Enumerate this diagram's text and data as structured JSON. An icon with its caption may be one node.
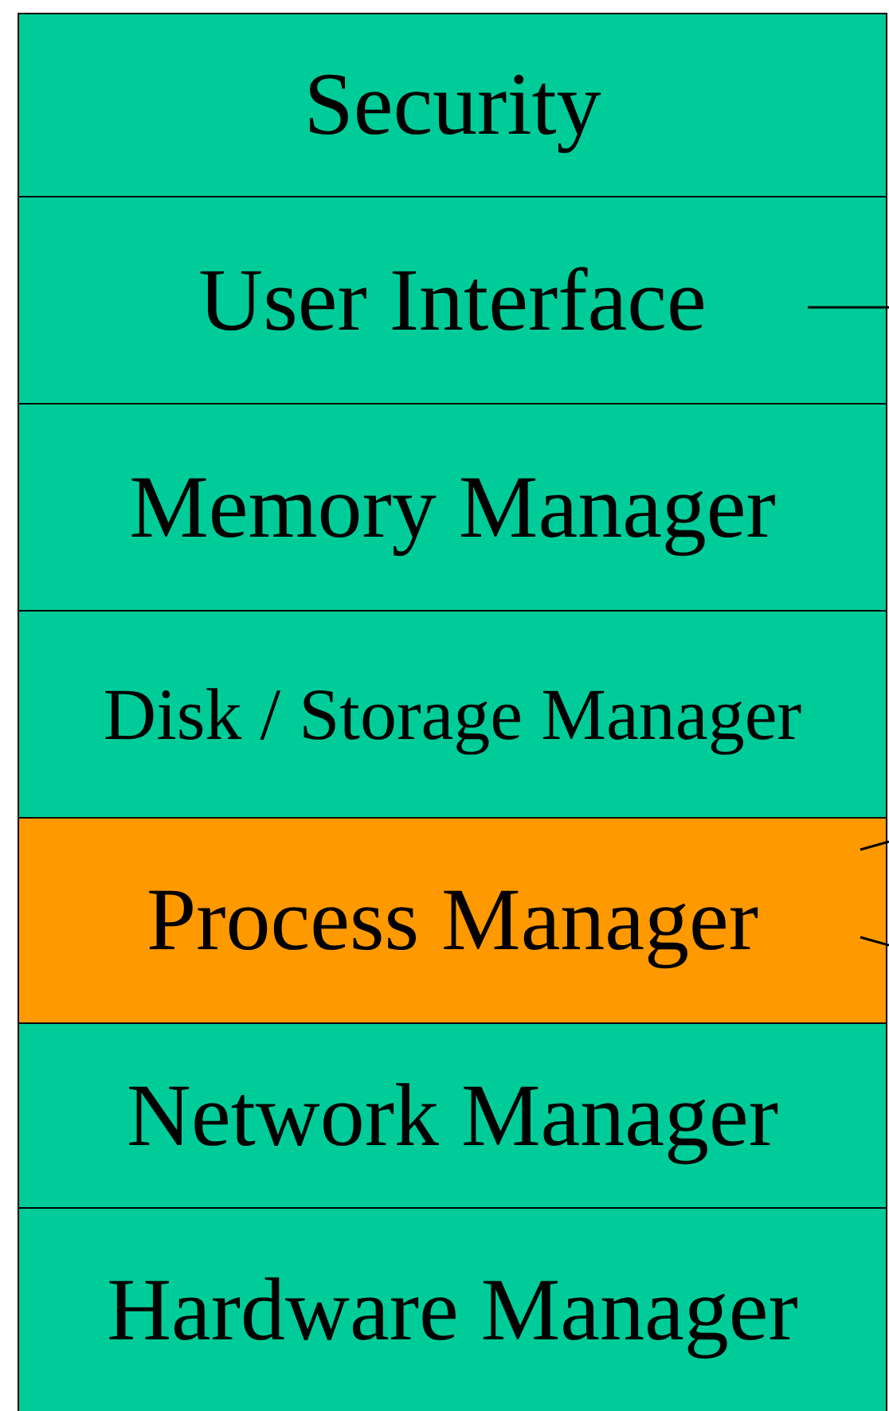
{
  "diagram": {
    "nodes": [
      {
        "text": [
          "Security"
        ]
      },
      {
        "text": [
          "User Interface"
        ]
      },
      {
        "text": [
          "Memory Manager"
        ]
      },
      {
        "text": [
          "Disk / Storage Manager"
        ]
      },
      {
        "text": [
          "Process Manager"
        ]
      },
      {
        "text": [
          "Network Manager"
        ]
      },
      {
        "text": [
          "Hardware Manager"
        ]
      }
    ],
    "edges": [
      {
        "from": 1,
        "to": null,
        "arrow": "none"
      },
      {
        "from": 4,
        "to": null,
        "arrow": "none"
      },
      {
        "from": 4,
        "to": null,
        "arrow": "none"
      }
    ]
  }
}
